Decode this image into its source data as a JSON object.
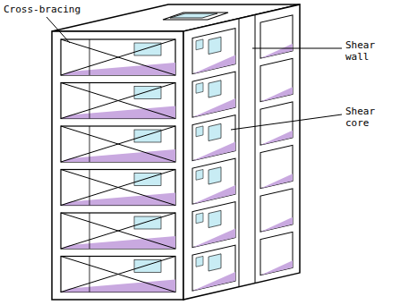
{
  "diagram": {
    "labels": [
      "Cross-bracing",
      "Shear wall",
      "Shear core"
    ]
  }
}
